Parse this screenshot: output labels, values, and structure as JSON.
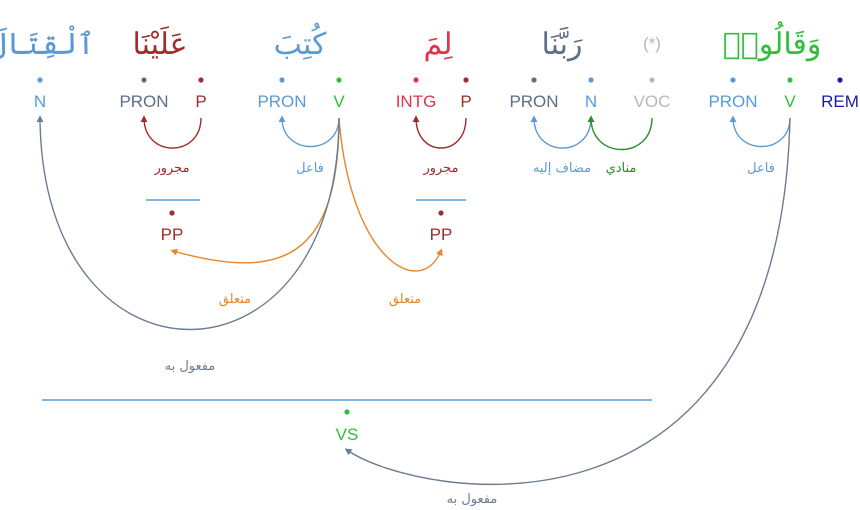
{
  "colors": {
    "blue": "#5b9bd5",
    "crimson": "#a02c2c",
    "green": "#2fbf3a",
    "red": "#e0344a",
    "slate": "#5b6f86",
    "gray": "#b8b8b8",
    "navy": "#1a1aa6",
    "orange": "#e8862a",
    "darkgreen": "#2e8b2e",
    "arcgray": "#6b7d93"
  },
  "words": {
    "qital": "ٱلْقِتَالَ",
    "alayna": "عَلَيْنَا",
    "kutiba": "كُتِبَ",
    "lima": "لِمَ",
    "rabbana": "رَبَّنَا",
    "hidden": "(*)",
    "qalu": "وَقَالُوا۟"
  },
  "tags": {
    "n1": "N",
    "pron1": "PRON",
    "p1": "P",
    "pron2": "PRON",
    "v1": "V",
    "intg": "INTG",
    "p2": "P",
    "pron3": "PRON",
    "n2": "N",
    "voc": "VOC",
    "pron4": "PRON",
    "v2": "V",
    "rem": "REM",
    "pp1": "PP",
    "pp2": "PP",
    "vs": "VS"
  },
  "relations": {
    "majrur1": "مجرور",
    "fail1": "فاعل",
    "majrur2": "مجرور",
    "mudaf": "مضاف إليه",
    "munada": "منادي",
    "fail2": "فاعل",
    "mutaalliq1": "متعلق",
    "mutaalliq2": "متعلق",
    "mafool1": "مفعول به",
    "mafool2": "مفعول به"
  }
}
